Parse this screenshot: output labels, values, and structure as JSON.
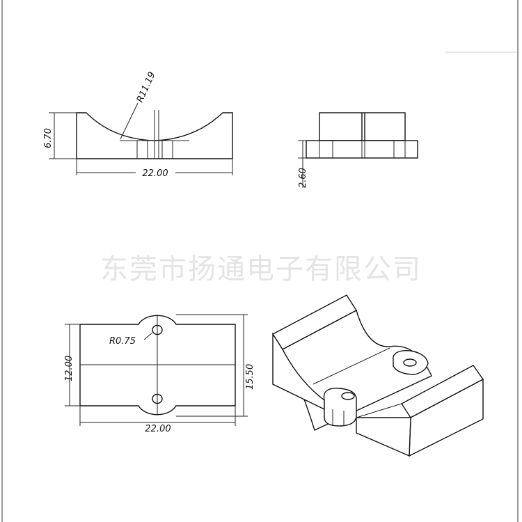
{
  "watermark": "东莞市扬通电子有限公司",
  "front_view": {
    "radius_label": "R11.19",
    "height_label": "6.70",
    "width_label": "22.00"
  },
  "side_view": {
    "flange_label": "2.60"
  },
  "top_view": {
    "hole_label": "R0.75",
    "height_inner_label": "12.00",
    "height_outer_label": "15.50",
    "width_label": "22.00"
  }
}
